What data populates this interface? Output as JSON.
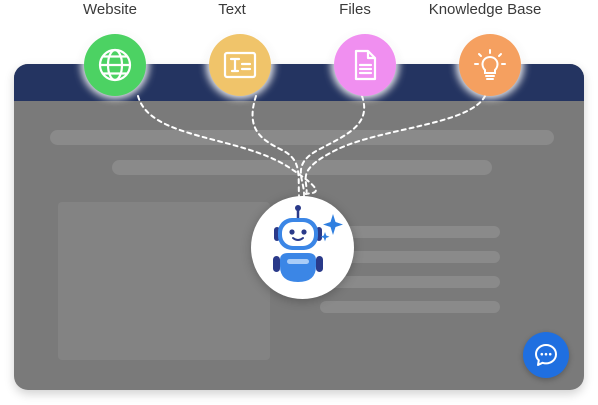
{
  "sources": [
    {
      "label": "Website",
      "icon": "globe-icon",
      "color": "#4cd263"
    },
    {
      "label": "Text",
      "icon": "text-format-icon",
      "color": "#f0c46a"
    },
    {
      "label": "Files",
      "icon": "document-icon",
      "color": "#f08ff0"
    },
    {
      "label": "Knowledge Base",
      "icon": "lightbulb-icon",
      "color": "#f5a060"
    }
  ],
  "chatbot": {
    "icon": "robot-icon",
    "sparkle_icon": "sparkle-icon",
    "accent": "#2f7fe0"
  },
  "widget": {
    "icon": "chat-bubble-icon",
    "color": "#1f6fe0"
  },
  "browser": {
    "header_color": "#243461"
  }
}
